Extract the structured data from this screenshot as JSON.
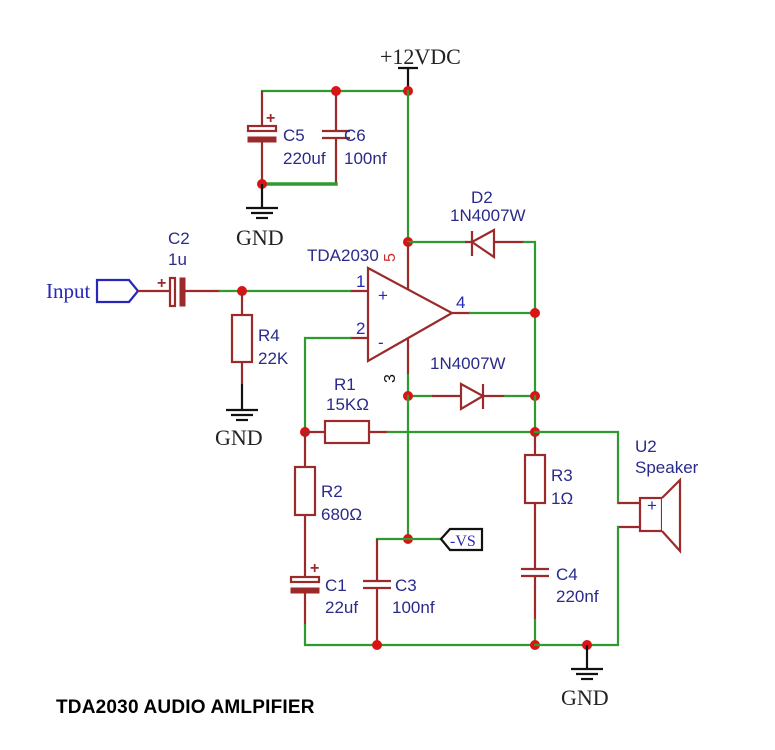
{
  "caption": "TDA2030 AUDIO AMLPIFIER",
  "power": {
    "supply_label": "+12VDC",
    "negative_supply_label": "-VS",
    "ground_label": "GND"
  },
  "input_port": {
    "label": "Input"
  },
  "ic": {
    "ref": "TDA2030",
    "pins": {
      "p1": "1",
      "p2": "2",
      "p3": "3",
      "p4": "4",
      "p5": "5"
    },
    "plus_sign": "+",
    "minus_sign": "-"
  },
  "components": {
    "C1": {
      "ref": "C1",
      "value": "22uf"
    },
    "C2": {
      "ref": "C2",
      "value": "1u"
    },
    "C3": {
      "ref": "C3",
      "value": "100nf"
    },
    "C4": {
      "ref": "C4",
      "value": "220nf"
    },
    "C5": {
      "ref": "C5",
      "value": "220uf"
    },
    "C6": {
      "ref": "C6",
      "value": "100nf"
    },
    "R1": {
      "ref": "R1",
      "value": "15KΩ"
    },
    "R2": {
      "ref": "R2",
      "value": "680Ω"
    },
    "R3": {
      "ref": "R3",
      "value": "1Ω"
    },
    "R4": {
      "ref": "R4",
      "value": "22K"
    },
    "D1": {
      "ref": "",
      "value": "1N4007W"
    },
    "D2": {
      "ref": "D2",
      "value": "1N4007W"
    },
    "U2": {
      "ref": "U2",
      "value": "Speaker",
      "plus_sign": "+"
    }
  },
  "polarity_mark": "+"
}
